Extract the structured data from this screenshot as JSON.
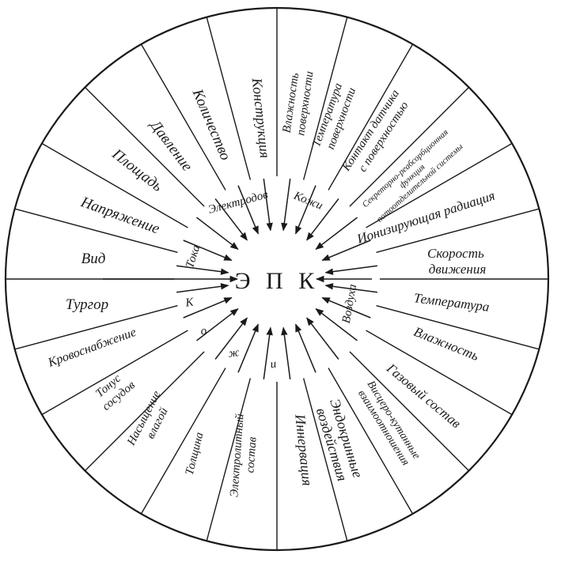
{
  "center": "Э П К",
  "groups": {
    "electrodes": "Электродов",
    "skin": "Кожи",
    "air": "Воздуха",
    "current": "Тока",
    "skin_vertical": [
      "К",
      "о",
      "ж",
      "и"
    ]
  },
  "sectors": [
    {
      "id": "konstruktsiya",
      "lines": [
        "Конструкция"
      ]
    },
    {
      "id": "vlazhnost-poverkhnosti",
      "lines": [
        "Влажность",
        "поверхности"
      ]
    },
    {
      "id": "temperatura-poverkhnosti",
      "lines": [
        "Температура",
        "поверхности"
      ]
    },
    {
      "id": "kontakt-datchika",
      "lines": [
        "Контакт датчика",
        "с поверхностью"
      ]
    },
    {
      "id": "sekretorno",
      "lines": [
        "Секреторно-реабсорбционная",
        "функция",
        "потоотделительной системы"
      ]
    },
    {
      "id": "ioniziruyushchaya",
      "lines": [
        "Ионизирующая радиация"
      ]
    },
    {
      "id": "skorost",
      "lines": [
        "Скорость",
        "движения"
      ]
    },
    {
      "id": "temperatura",
      "lines": [
        "Температура"
      ]
    },
    {
      "id": "vlazhnost",
      "lines": [
        "Влажность"
      ]
    },
    {
      "id": "gazovyi",
      "lines": [
        "Газовый состав"
      ]
    },
    {
      "id": "vistsero",
      "lines": [
        "Висцеро-кутанные",
        "взаимоотношения"
      ]
    },
    {
      "id": "endokrinnye",
      "lines": [
        "Эндокринные",
        "воздействия"
      ]
    },
    {
      "id": "inerviya",
      "lines": [
        "Иннервация"
      ]
    },
    {
      "id": "elektrolitnyi",
      "lines": [
        "Электролитный",
        "состав"
      ]
    },
    {
      "id": "tolshchina",
      "lines": [
        "Толщина"
      ]
    },
    {
      "id": "nasyshchenie",
      "lines": [
        "Насыщение",
        "влагой"
      ]
    },
    {
      "id": "tonus",
      "lines": [
        "Тонус",
        "сосудов"
      ]
    },
    {
      "id": "krovosnabzhenie",
      "lines": [
        "Кровоснабжение"
      ]
    },
    {
      "id": "turgor",
      "lines": [
        "Тургор"
      ]
    },
    {
      "id": "vid",
      "lines": [
        "Вид"
      ]
    },
    {
      "id": "napryazhenie",
      "lines": [
        "Напряжение"
      ]
    },
    {
      "id": "ploshchad",
      "lines": [
        "Площадь"
      ]
    },
    {
      "id": "davlenie",
      "lines": [
        "Давление"
      ]
    },
    {
      "id": "kolichestvo",
      "lines": [
        "Количество"
      ]
    }
  ]
}
